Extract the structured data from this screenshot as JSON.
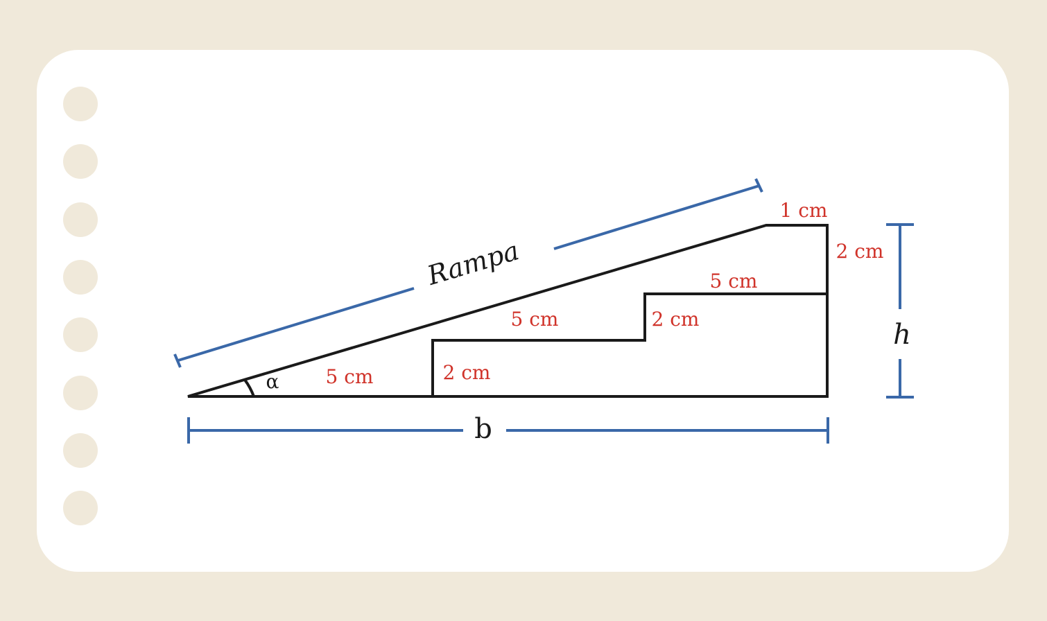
{
  "colors": {
    "background": "#f0e9da",
    "card": "#ffffff",
    "outline": "#1a1a1a",
    "dimension_line": "#3a68a8",
    "measurement_text": "#d0332a"
  },
  "labels": {
    "ramp": "Rampa",
    "base": "b",
    "height": "h",
    "angle": "α",
    "step1_tread": "5 cm",
    "step1_riser": "2 cm",
    "step2_tread": "5 cm",
    "step2_riser": "2 cm",
    "step3_tread": "5 cm",
    "top_riser": "2 cm",
    "top_flat": "1 cm"
  }
}
